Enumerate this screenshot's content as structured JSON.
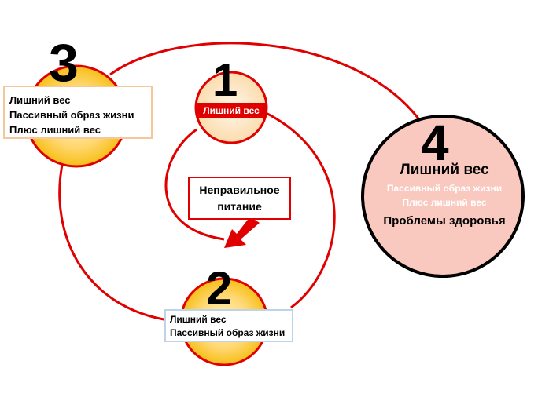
{
  "colors": {
    "ring": "#e00000",
    "circle_orange": "#f5b800",
    "circle_light": "#fde3bf",
    "circle_pink": "#f9c8bf",
    "text_white": "#ffffff"
  },
  "nodes": {
    "n1": {
      "number": "1",
      "label": "Лишний вес"
    },
    "n2": {
      "number": "2",
      "lines": [
        "Лишний вес",
        "Пассивный образ жизни"
      ]
    },
    "n3": {
      "number": "3",
      "lines": [
        "Лишний вес",
        "Пассивный образ жизни",
        "Плюс лишний вес"
      ]
    },
    "n4": {
      "number": "4",
      "lines": [
        "Лишний вес",
        "Пассивный образ жизни",
        "Плюс лишний вес",
        "Проблемы здоровья"
      ]
    }
  },
  "callout": {
    "lines": [
      "Неправильное",
      "питание"
    ]
  }
}
